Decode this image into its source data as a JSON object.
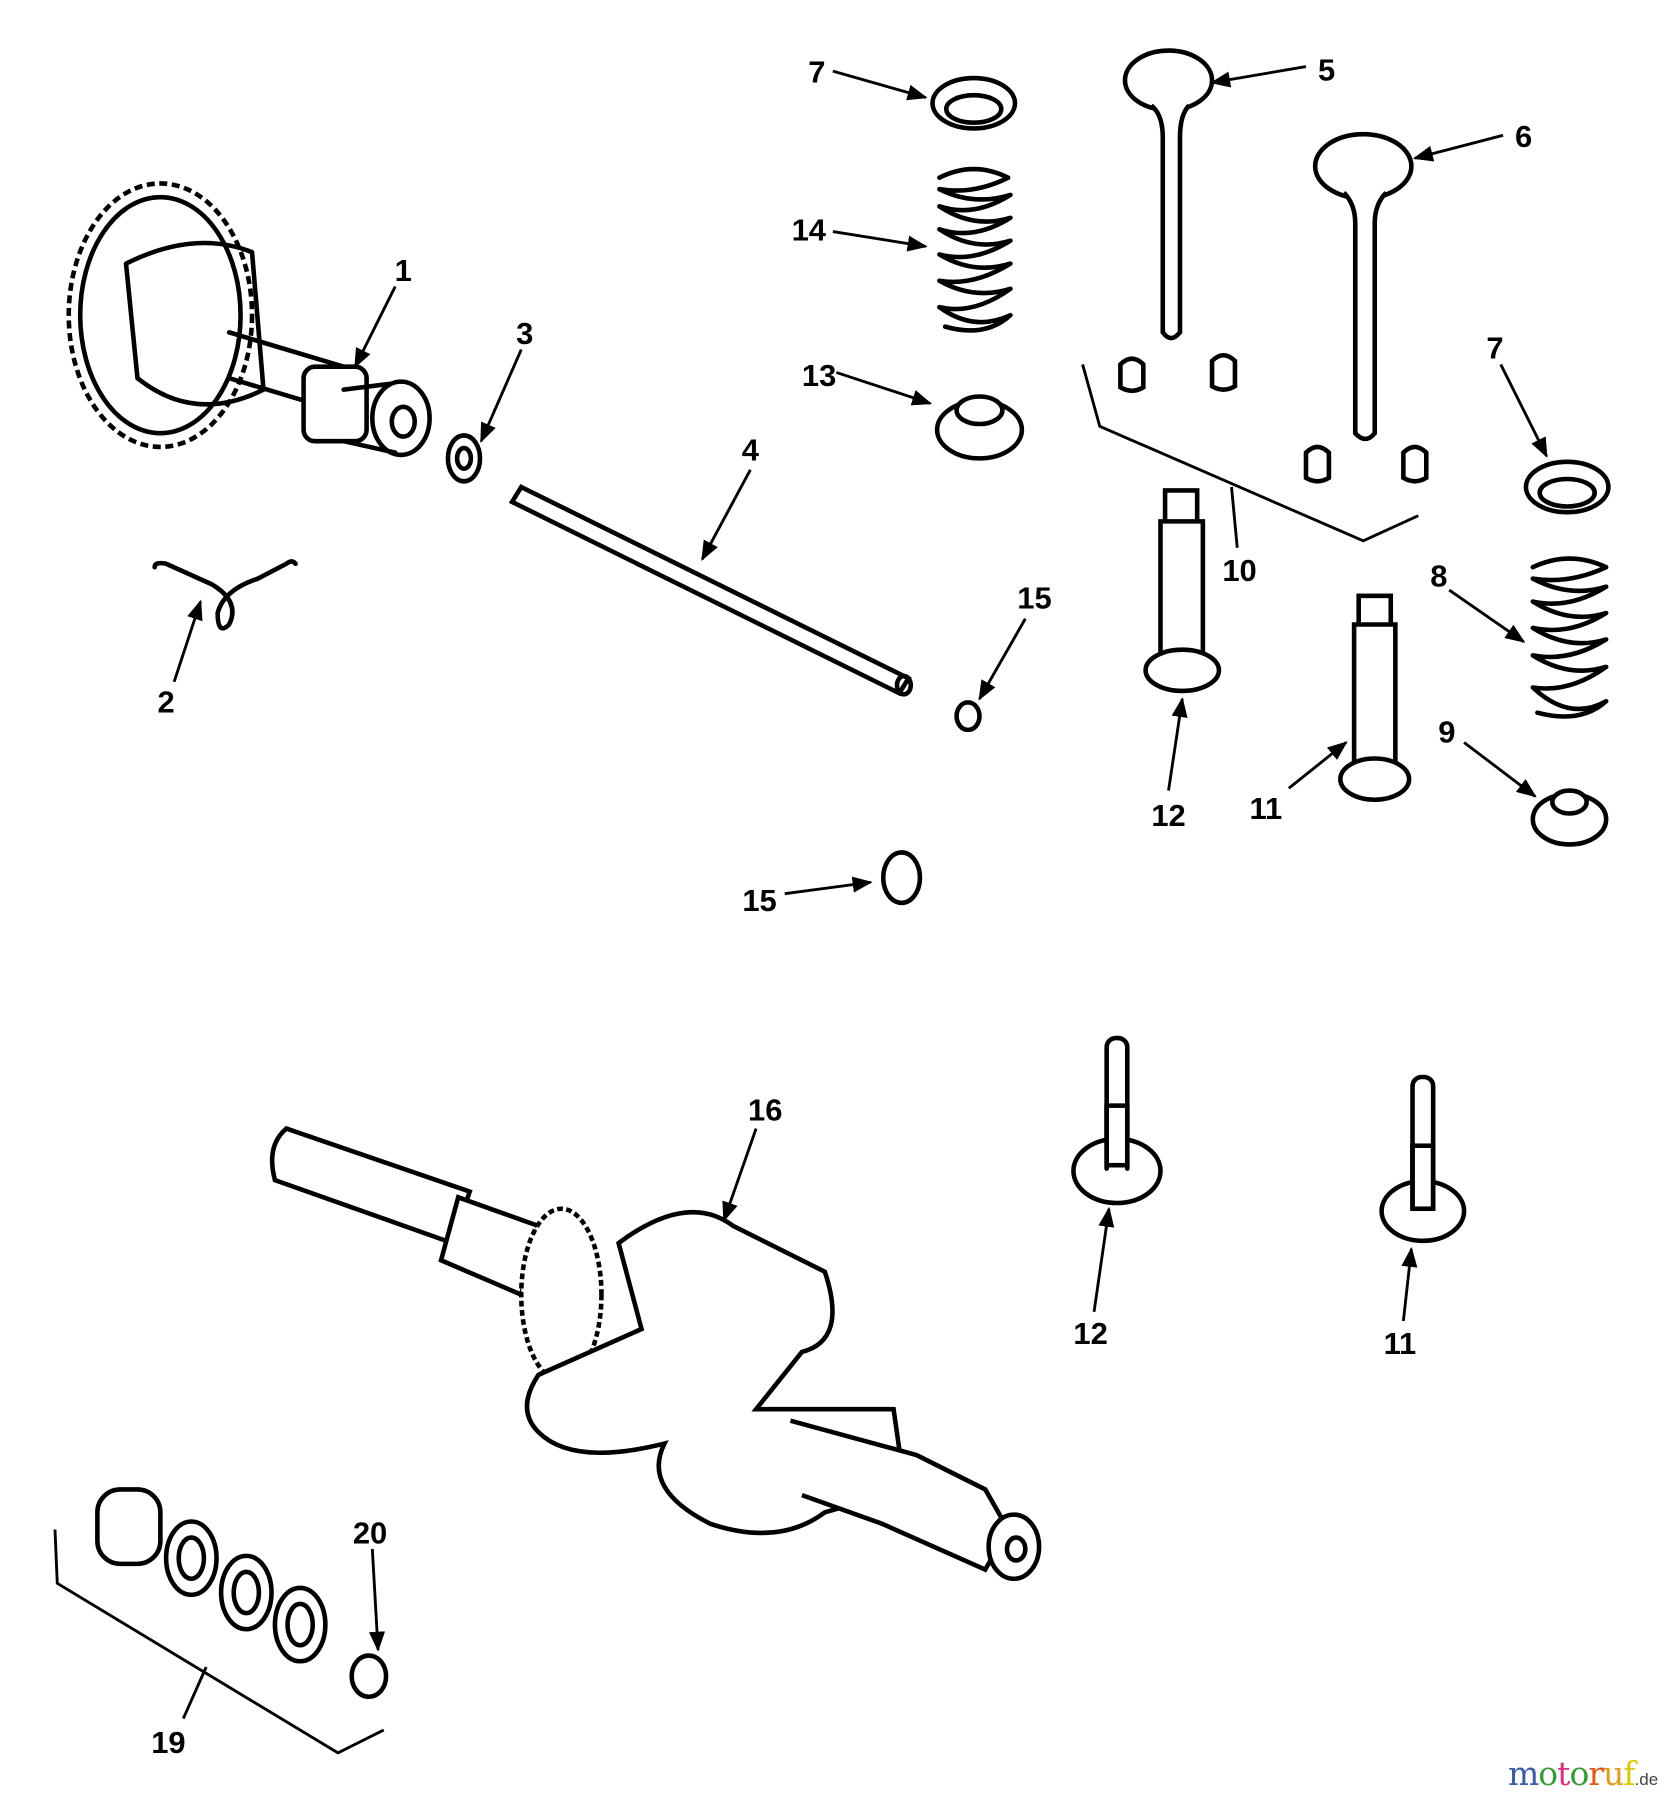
{
  "diagram": {
    "labels": {
      "p1": "1",
      "p2": "2",
      "p3": "3",
      "p4": "4",
      "p5": "5",
      "p6": "6",
      "p7a": "7",
      "p7b": "7",
      "p8": "8",
      "p9": "9",
      "p10": "10",
      "p11a": "11",
      "p11b": "11",
      "p12a": "12",
      "p12b": "12",
      "p13": "13",
      "p14": "14",
      "p15a": "15",
      "p15b": "15",
      "p16": "16",
      "p19": "19",
      "p20": "20"
    }
  },
  "watermark": {
    "brand": "motoruf",
    "suffix": ".de"
  },
  "colors": {
    "m": "#3b5ba5",
    "o1": "#3a9a3a",
    "t": "#d6337f",
    "o2": "#3a9a3a",
    "r": "#e05a1e",
    "u": "#e0a020",
    "f": "#d9c800"
  }
}
